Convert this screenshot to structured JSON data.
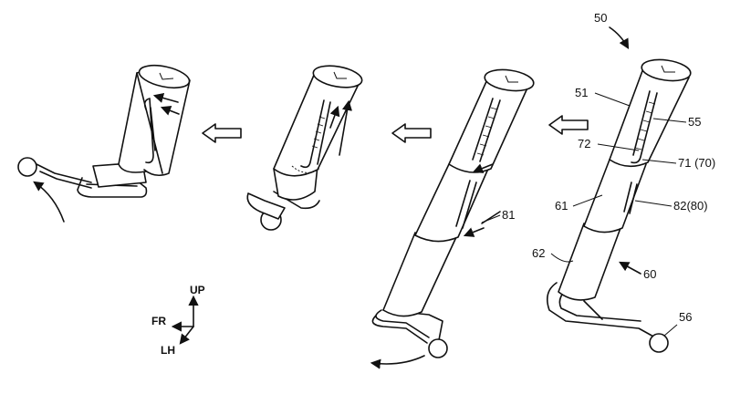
{
  "figure": {
    "reference_numerals": {
      "n50": "50",
      "n51": "51",
      "n55": "55",
      "n72": "72",
      "n71": "71 (70)",
      "n61": "61",
      "n82": "82(80)",
      "n62": "62",
      "n60": "60",
      "n56": "56",
      "n81": "81"
    },
    "direction_labels": {
      "up": "UP",
      "front": "FR",
      "left": "LH"
    }
  }
}
